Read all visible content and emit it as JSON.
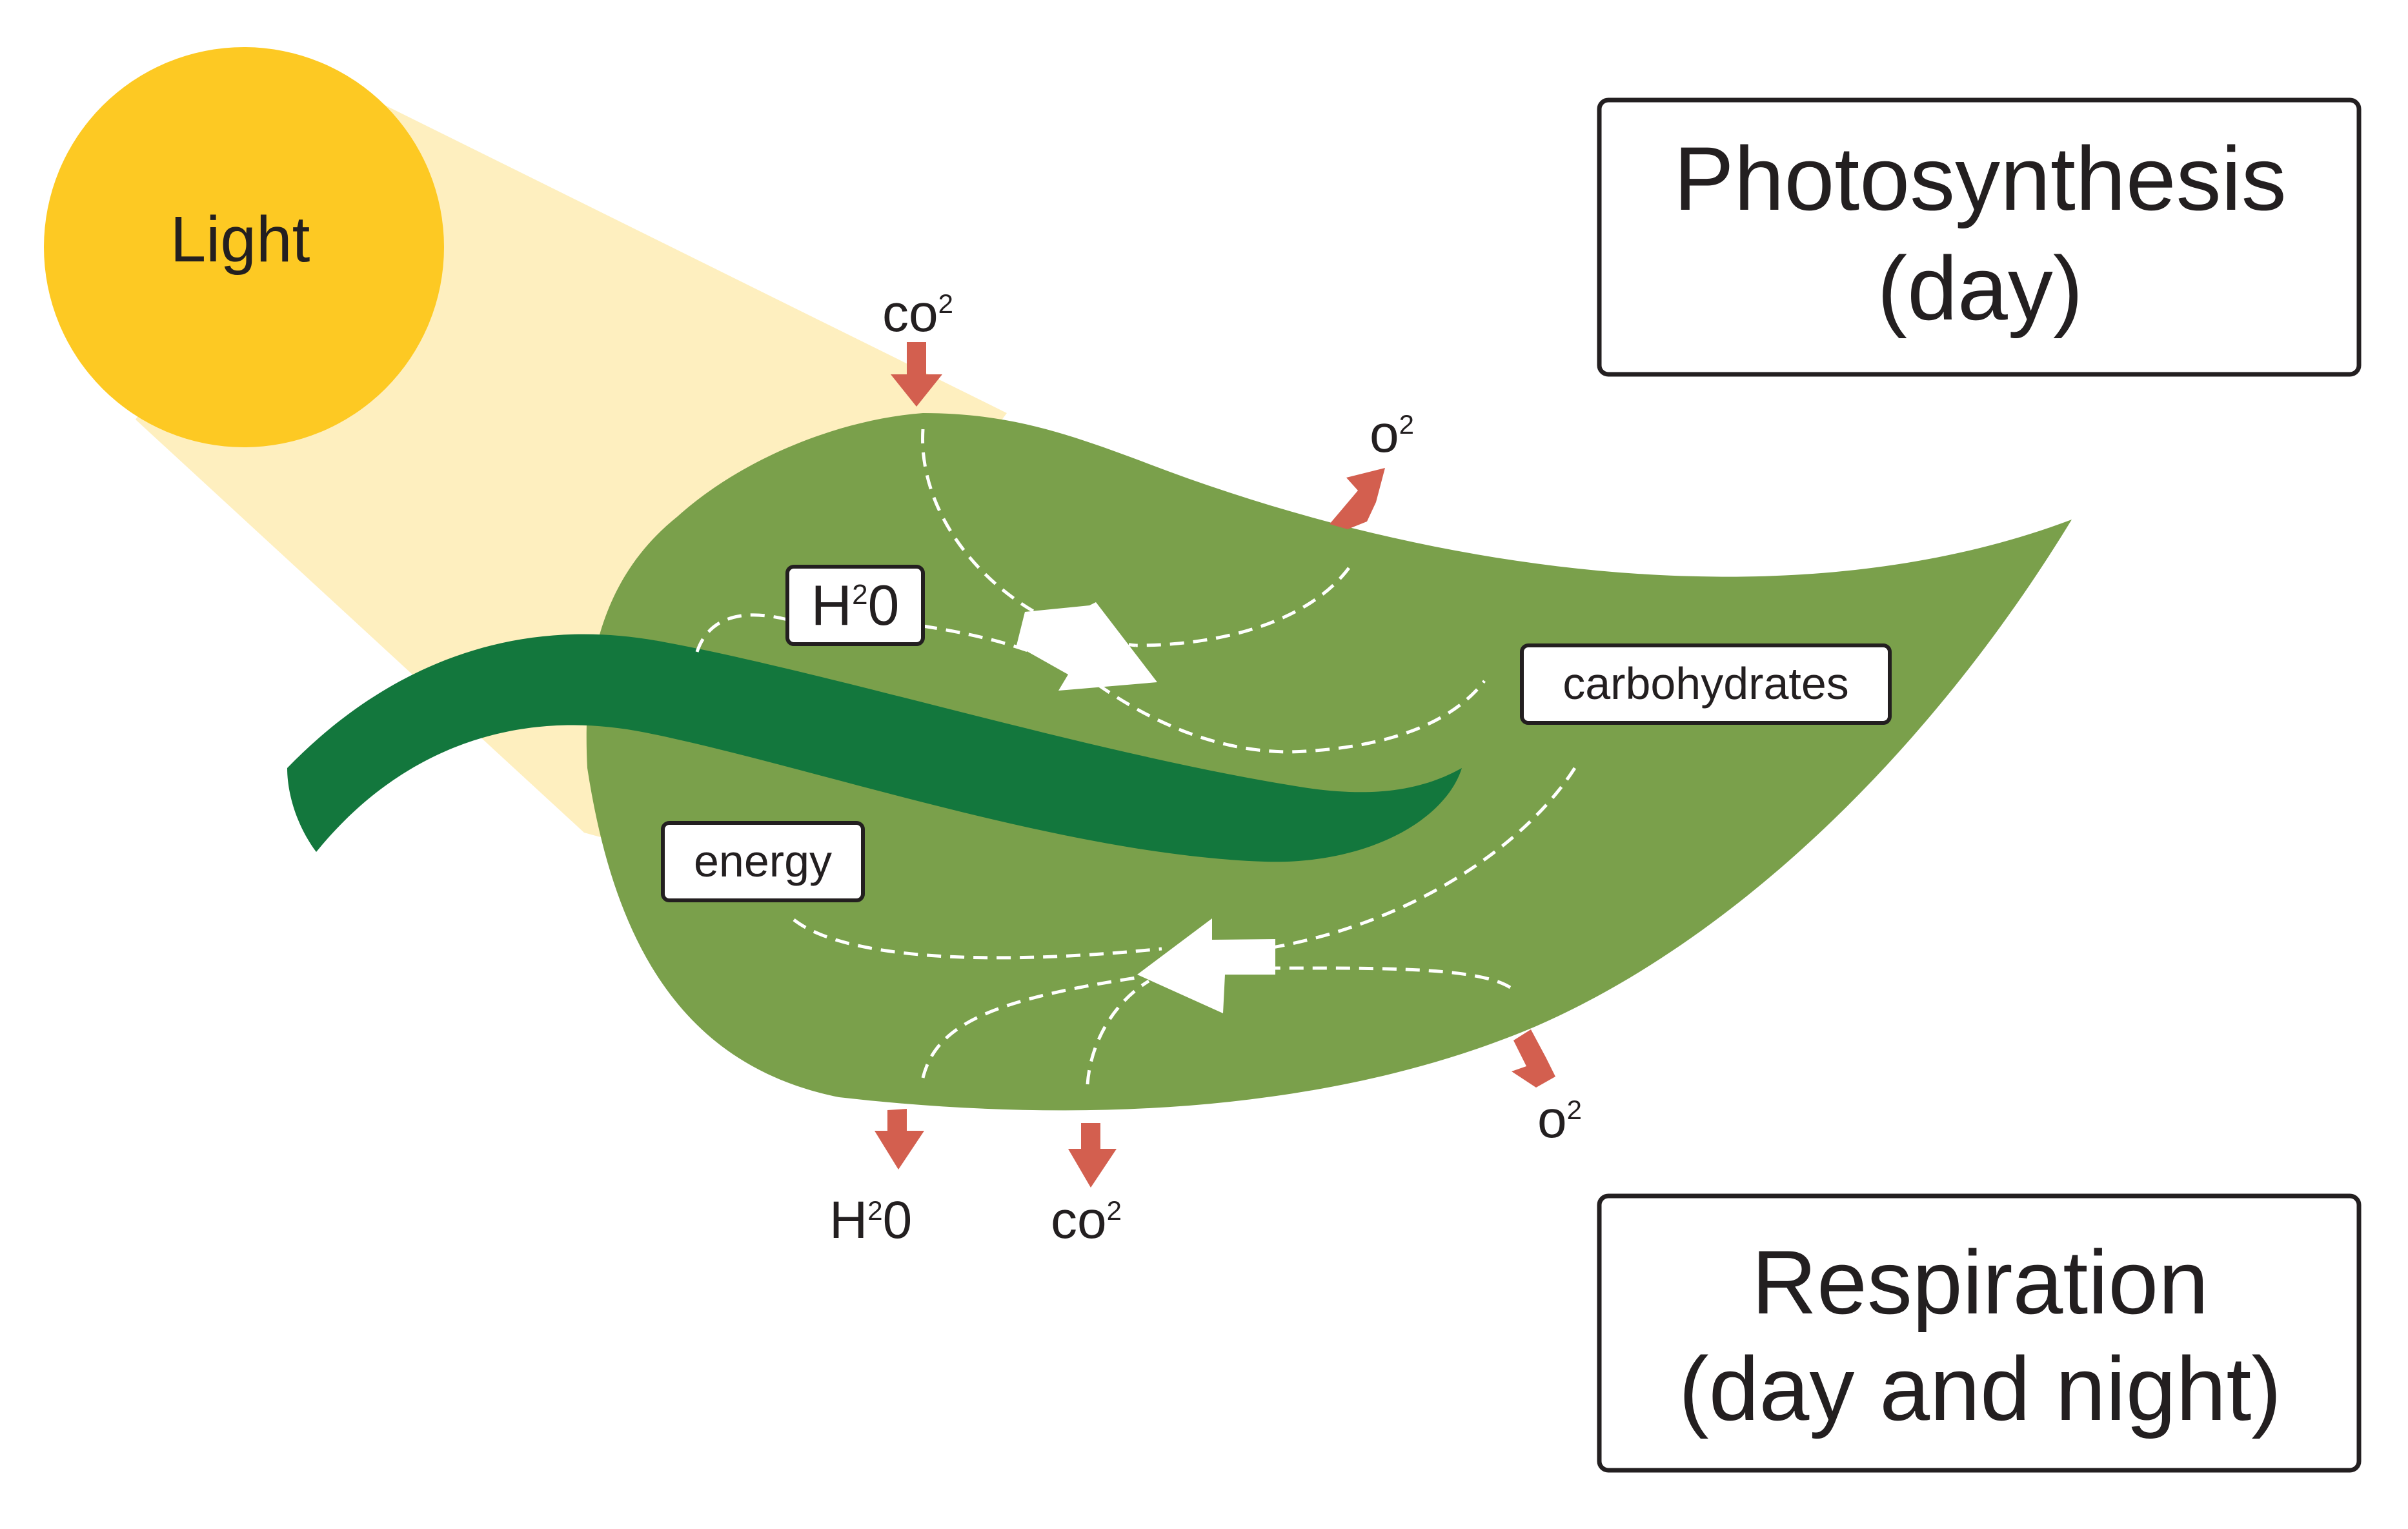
{
  "sun": {
    "label": "Light",
    "color": "#fdc923",
    "beam_color": "#feefbf"
  },
  "colors": {
    "leaf": "#7aa04b",
    "stem": "#13773d",
    "arrow_small": "#d35f4f",
    "arrow_big": "#ffffff",
    "box_border": "#231f20",
    "text": "#231f20"
  },
  "photosynthesis": {
    "title_line1": "Photosynthesis",
    "title_line2": "(day)",
    "input_co2": {
      "base": "co",
      "sub": "2"
    },
    "output_o2": {
      "base": "o",
      "sub": "2"
    },
    "input_water": {
      "base": "H",
      "sub": "2",
      "tail": "0"
    },
    "product": "carbohydrates"
  },
  "respiration": {
    "title_line1": "Respiration",
    "title_line2": "(day and night)",
    "input_o2": {
      "base": "o",
      "sub": "2"
    },
    "output_water": {
      "base": "H",
      "sub": "2",
      "tail": "0"
    },
    "output_co2": {
      "base": "co",
      "sub": "2"
    },
    "product": "energy"
  }
}
